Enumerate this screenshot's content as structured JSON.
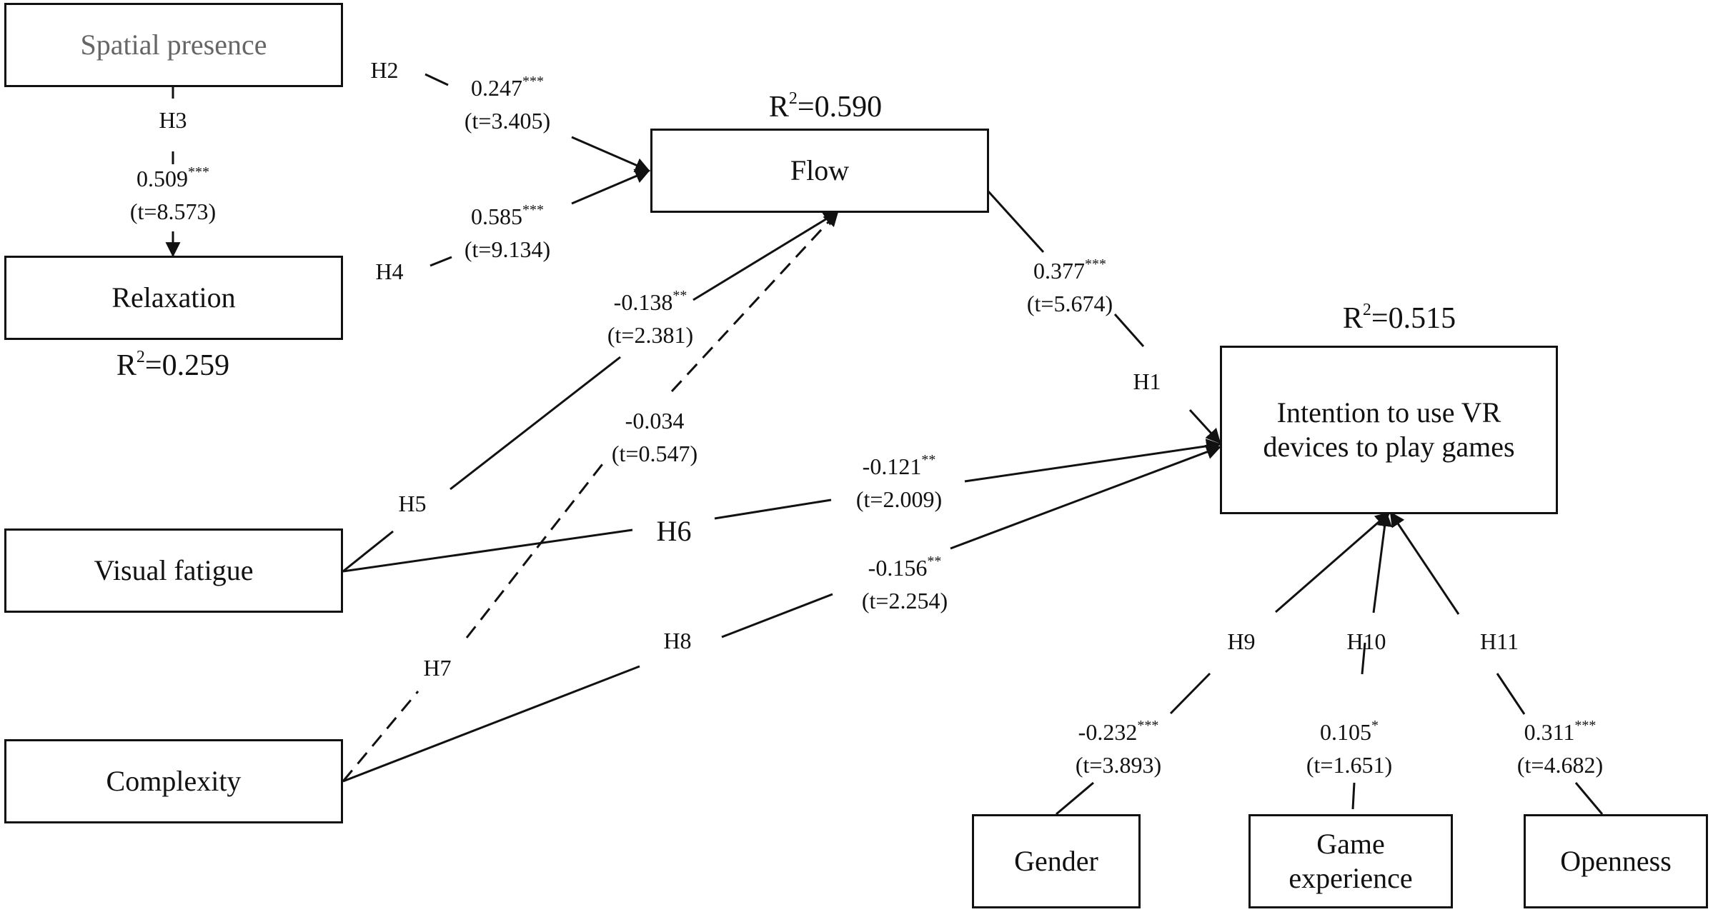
{
  "constructs": {
    "spatial_presence": "Spatial presence",
    "relaxation": "Relaxation",
    "flow": "Flow",
    "intention_line1": "Intention to use VR",
    "intention_line2": "devices to play games",
    "visual_fatigue": "Visual fatigue",
    "complexity": "Complexity",
    "gender": "Gender",
    "game_experience_line1": "Game",
    "game_experience_line2": "experience",
    "openness": "Openness"
  },
  "r_squared": {
    "prefix": "R",
    "exp": "2",
    "flow": "=0.590",
    "intention": "=0.515",
    "relaxation": "=0.259"
  },
  "paths": {
    "h1": {
      "name": "H1",
      "coef": "0.377",
      "sig": "***",
      "t": "(t=5.674)"
    },
    "h2": {
      "name": "H2",
      "coef": "0.247",
      "sig": "***",
      "t": "(t=3.405)"
    },
    "h3": {
      "name": "H3",
      "coef": "0.509",
      "sig": "***",
      "t": "(t=8.573)"
    },
    "h4": {
      "name": "H4",
      "coef": "0.585",
      "sig": "***",
      "t": "(t=9.134)"
    },
    "h5": {
      "name": "H5",
      "coef": "-0.138",
      "sig": "**",
      "t": "(t=2.381)"
    },
    "h6": {
      "name": "H6",
      "coef": "-0.121",
      "sig": "**",
      "t": "(t=2.009)"
    },
    "h7": {
      "name": "H7",
      "coef": "-0.034",
      "sig": "",
      "t": "(t=0.547)"
    },
    "h8": {
      "name": "H8",
      "coef": "-0.156",
      "sig": "**",
      "t": "(t=2.254)"
    },
    "h9": {
      "name": "H9",
      "coef": "-0.232",
      "sig": "***",
      "t": "(t=3.893)"
    },
    "h10": {
      "name": "H10",
      "coef": "0.105",
      "sig": "*",
      "t": "(t=1.651)"
    },
    "h11": {
      "name": "H11",
      "coef": "0.311",
      "sig": "***",
      "t": "(t=4.682)"
    }
  }
}
